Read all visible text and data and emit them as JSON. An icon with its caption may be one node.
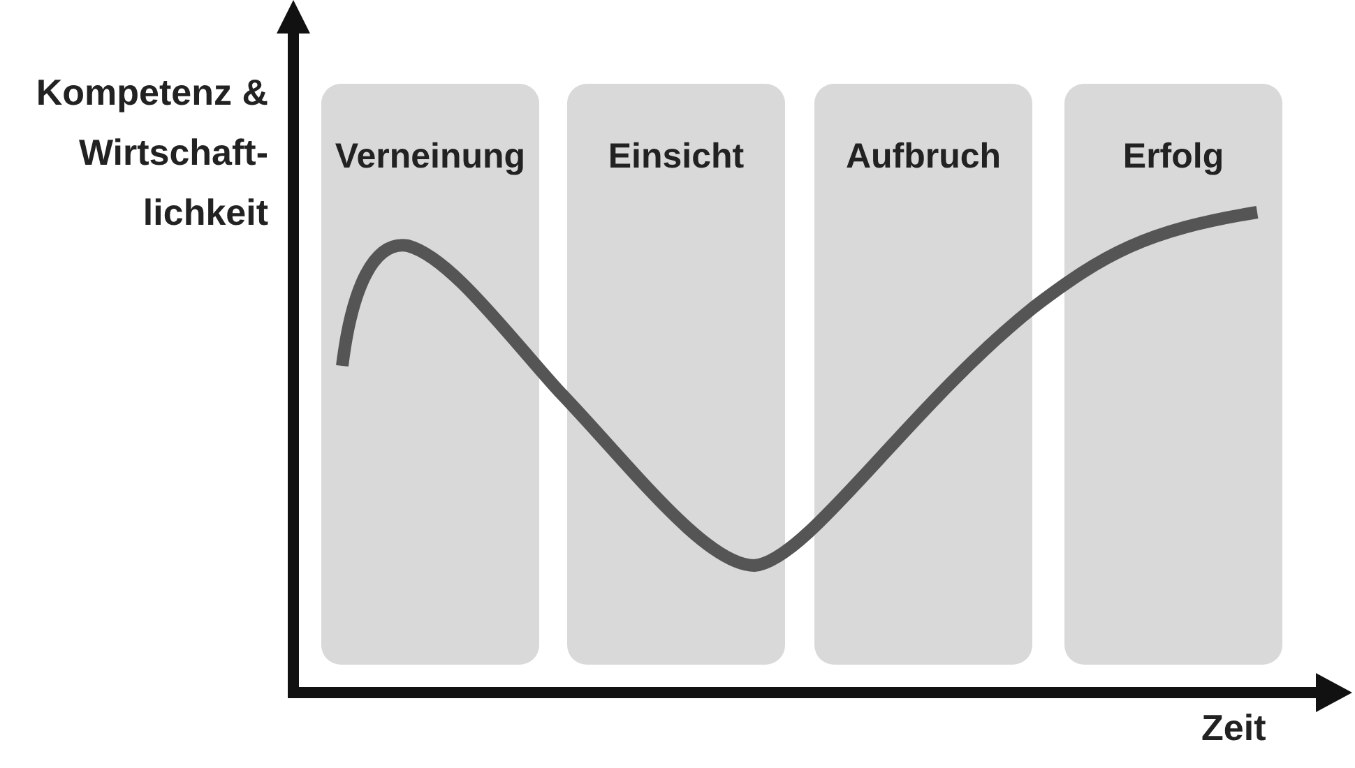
{
  "diagram": {
    "nodes": [
      {
        "text": [
          "Verneinung"
        ]
      },
      {
        "text": [
          "Einsicht"
        ]
      },
      {
        "text": [
          "Aufbruch"
        ]
      },
      {
        "text": [
          "Erfolg"
        ]
      }
    ],
    "edges": [],
    "labels": [
      "Kompetenz & Wirtschaft-lichkeit",
      "Zeit"
    ]
  }
}
